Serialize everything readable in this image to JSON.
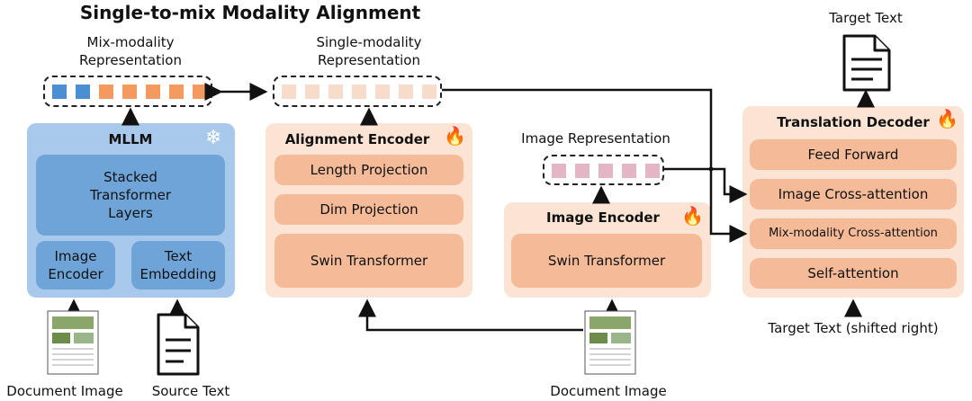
{
  "title": "Single-to-mix Modality Alignment",
  "mix_rep": {
    "line1": "Mix-modality",
    "line2": "Representation"
  },
  "single_rep": {
    "line1": "Single-modality",
    "line2": "Representation"
  },
  "image_rep": "Image Representation",
  "mllm": {
    "title": "MLLM",
    "stacked": "Stacked Transformer Layers",
    "image_encoder": "Image Encoder",
    "text_embedding": "Text Embedding"
  },
  "alignment_encoder": {
    "title": "Alignment Encoder",
    "layers": [
      "Length Projection",
      "Dim Projection",
      "Swin Transformer"
    ]
  },
  "image_encoder": {
    "title": "Image Encoder",
    "layers": [
      "Swin Transformer"
    ]
  },
  "translation_decoder": {
    "title": "Translation Decoder",
    "layers": [
      "Feed Forward",
      "Image Cross-attention",
      "Mix-modality Cross-attention",
      "Self-attention"
    ]
  },
  "target_text": "Target Text",
  "target_shifted": "Target Text (shifted right)",
  "doc_image_label": "Document Image",
  "source_text_label": "Source Text",
  "colors": {
    "blue_token": "#4a8fd1",
    "orange_token": "#f39a60",
    "pale_token": "#f8dccb",
    "pink_token": "#e4b5c3"
  }
}
